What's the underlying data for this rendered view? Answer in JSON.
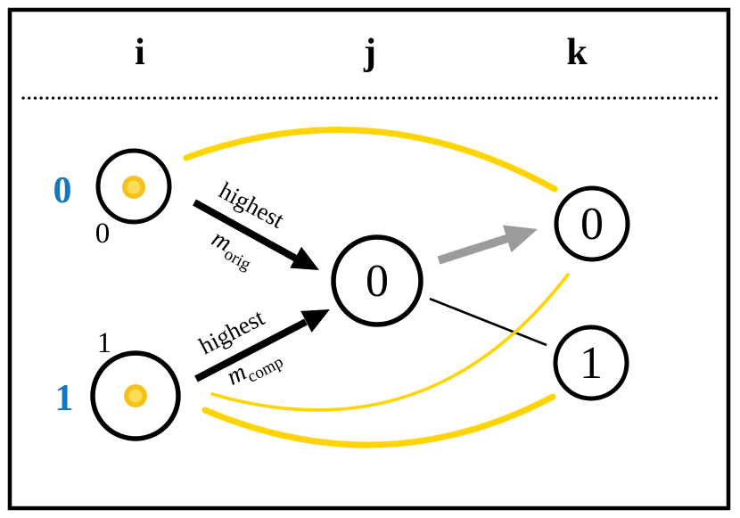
{
  "colors": {
    "yellow": "#FFD400",
    "blue": "#1777BE",
    "gray": "#9B9B9B",
    "black": "#000000",
    "dot_ring": "#F5C21A",
    "dot_fill": "#FCDE56"
  },
  "columns": {
    "i": "i",
    "j": "j",
    "k": "k"
  },
  "nodes": {
    "i0": {
      "blue_index": "0",
      "corner_label": "0"
    },
    "i1": {
      "blue_index": "1",
      "corner_label": "1"
    },
    "j0": {
      "label": "0"
    },
    "k0": {
      "label": "0"
    },
    "k1": {
      "label": "1"
    }
  },
  "edges": {
    "orig": {
      "word": "highest",
      "symbol": "m",
      "subscript": "orig"
    },
    "comp": {
      "word": "highest",
      "symbol": "m",
      "subscript": "comp"
    }
  }
}
